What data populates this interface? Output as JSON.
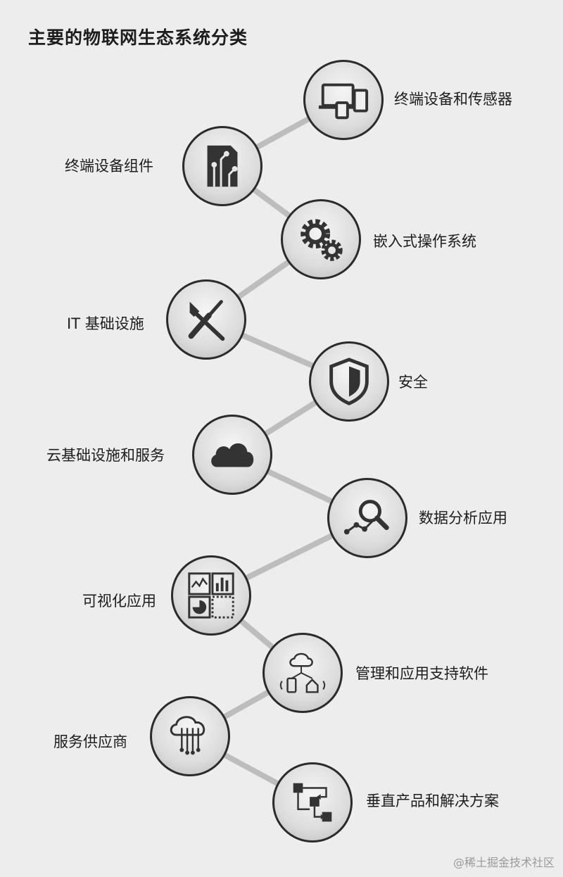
{
  "title": "主要的物联网生态系统分类",
  "items": [
    {
      "label": "终端设备和传感器",
      "icon": "devices-icon"
    },
    {
      "label": "终端设备组件",
      "icon": "circuit-board-icon"
    },
    {
      "label": "嵌入式操作系统",
      "icon": "gears-icon"
    },
    {
      "label": "IT 基础设施",
      "icon": "wrench-screwdriver-icon"
    },
    {
      "label": "安全",
      "icon": "shield-icon"
    },
    {
      "label": "云基础设施和服务",
      "icon": "cloud-icon"
    },
    {
      "label": "数据分析应用",
      "icon": "magnifier-chart-icon"
    },
    {
      "label": "可视化应用",
      "icon": "dashboard-icon"
    },
    {
      "label": "管理和应用支持软件",
      "icon": "cloud-network-devices-icon"
    },
    {
      "label": "服务供应商",
      "icon": "cloud-connections-icon"
    },
    {
      "label": "垂直产品和解决方案",
      "icon": "flowchart-icon"
    }
  ],
  "watermark": "@稀土掘金技术社区"
}
